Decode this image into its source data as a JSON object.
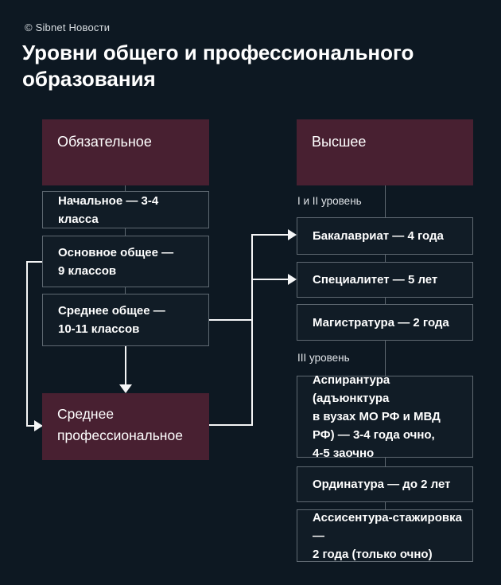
{
  "watermark": "© Sibnet Новости",
  "title": "Уровни общего и профессионального\nобразования",
  "colors": {
    "background": "#0d1822",
    "header_box": "#482031",
    "box_border": "#5f6972",
    "arrow": "#f5f6f7",
    "text": "#ffffff"
  },
  "left_column": {
    "header": "Обязательное",
    "boxes": [
      {
        "label": "Начальное — 3-4 класса"
      },
      {
        "label": "Основное общее —\n9 классов"
      },
      {
        "label": "Среднее общее —\n10-11 классов"
      }
    ],
    "footer": "Среднее\nпрофессиональное"
  },
  "right_column": {
    "header": "Высшее",
    "section1_label": "I и II уровень",
    "section1_boxes": [
      {
        "label": "Бакалавриат — 4 года"
      },
      {
        "label": "Специалитет — 5 лет"
      },
      {
        "label": "Магистратура — 2 года"
      }
    ],
    "section2_label": "III уровень",
    "section2_boxes": [
      {
        "label": "Аспирантура (адъюнктура\nв вузах МО РФ и МВД\nРФ) — 3-4 года очно,\n4-5 заочно"
      },
      {
        "label": "Ординатура — до 2 лет"
      },
      {
        "label": "Ассисентура-стажировка —\n2 года (только очно)"
      }
    ]
  }
}
